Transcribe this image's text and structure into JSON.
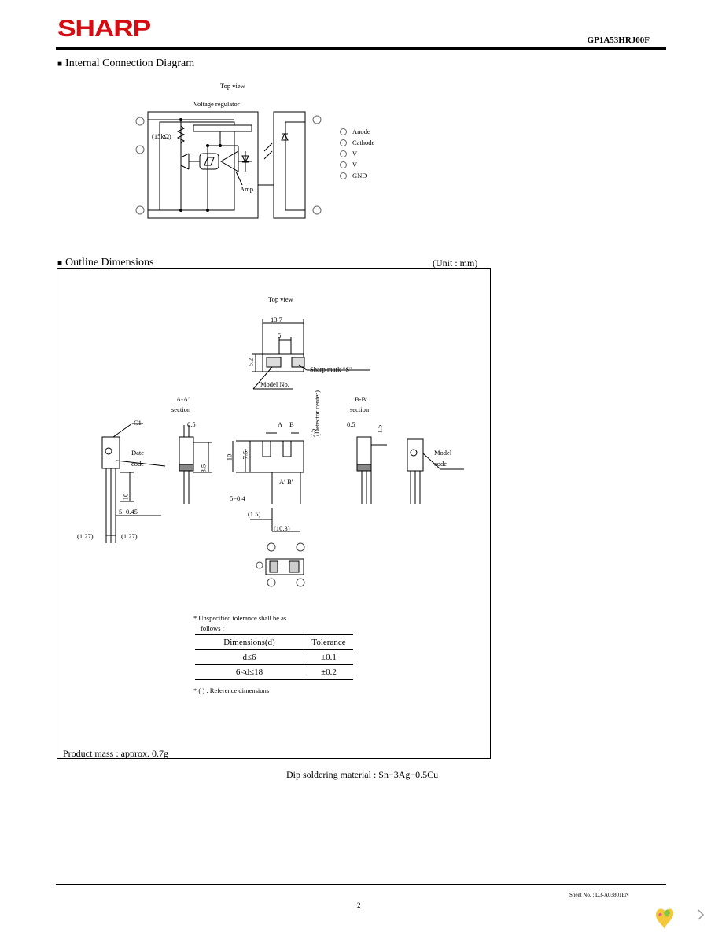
{
  "header": {
    "brand": "SHARP",
    "model": "GP1A53HRJ00F",
    "brand_color": "#d40d12"
  },
  "sections": {
    "connection": {
      "title": "Internal Connection Diagram"
    },
    "outline": {
      "title": "Outline Dimensions",
      "unit": "(Unit : mm)"
    }
  },
  "connection_diagram": {
    "top_view": "Top view",
    "voltage_regulator": "Voltage regulator",
    "resistor": "(15kΩ)",
    "amp": "Amp",
    "pins": [
      {
        "label": "Anode"
      },
      {
        "label": "Cathode"
      },
      {
        "label": "V"
      },
      {
        "label": "V"
      },
      {
        "label": "GND"
      }
    ]
  },
  "outline_drawing": {
    "top_view": "Top view",
    "dim_13_7": "13.7",
    "dim_5": "5",
    "dim_5_2": "5.2",
    "sharp_mark": "Sharp mark “S”",
    "model_no": "Model No.",
    "aa_section": [
      "A-A′",
      "section"
    ],
    "bb_section": [
      "B-B′",
      "section"
    ],
    "detector_center": "(Detector center)",
    "c1": "C1",
    "date_code": [
      "Date",
      "code"
    ],
    "model_code": [
      "Model",
      "code"
    ],
    "dim_0_5_a": "0.5",
    "dim_0_5_b": "0.5",
    "dim_1_5": "1.5",
    "dim_2_5": "2.5",
    "dim_3_5": "3.5",
    "dim_10_a": "10",
    "dim_10_b": "10",
    "dim_7_5": "7.5",
    "lbl_a": "A",
    "lbl_b": "B",
    "lbl_ab": "A′ B′",
    "dim_5_04": "5−0.4",
    "dim_5_045": "5−0.45",
    "dim_1_5_ref": "(1.5)",
    "dim_10_3_ref": "(10.3)",
    "dim_1_27_a": "(1.27)",
    "dim_1_27_b": "(1.27)"
  },
  "tolerance": {
    "note_line1": "* Unspecified tolerance shall be as",
    "note_line2": "follows ;",
    "headers": [
      "Dimensions(d)",
      "Tolerance"
    ],
    "rows": [
      [
        "d≤6",
        "±0.1"
      ],
      [
        "6<d≤18",
        "±0.2"
      ]
    ],
    "ref_note": "* ( ) : Reference dimensions"
  },
  "product_mass": "Product mass : approx. 0.7g",
  "dip_soldering": "Dip soldering material : Sn−3Ag−0.5Cu",
  "footer": {
    "sheet": "Sheet No. : D3-A03801EN",
    "page": "2"
  }
}
